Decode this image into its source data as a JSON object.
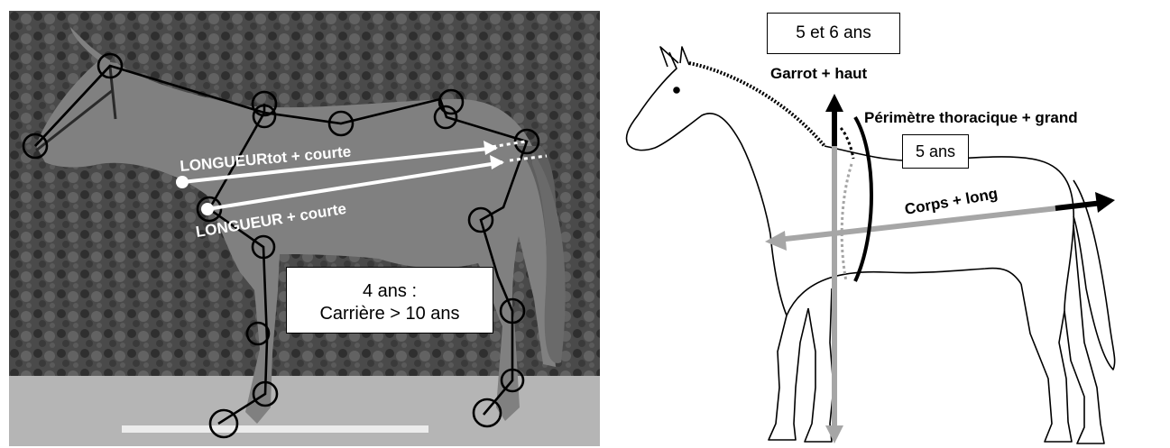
{
  "left": {
    "label_length_total": "LONGUEURtot + courte",
    "label_length": "LONGUEUR + courte",
    "age_box_line1": "4 ans :",
    "age_box_line2": "Carrière > 10 ans"
  },
  "right": {
    "age_box_withers": "5 et 6 ans",
    "label_withers": "Garrot + haut",
    "label_chest": "Périmètre thoracique + grand",
    "age_box_chest": "5 ans",
    "label_body": "Corps + long"
  },
  "colors": {
    "photo_bg": "#5a5a5a",
    "hedge": "#3c3c3c",
    "ground": "#b8b8b8",
    "horse_photo": "#7a7a7a",
    "arrow_grey": "#a6a6a6"
  }
}
